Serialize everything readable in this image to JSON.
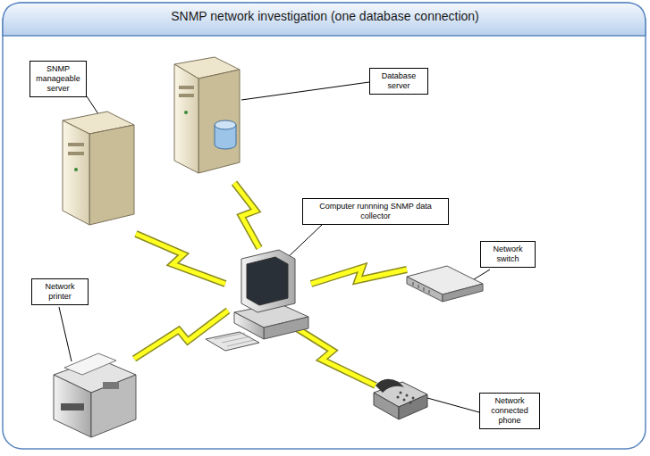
{
  "diagram": {
    "title": "SNMP network investigation (one database connection)",
    "nodes": [
      {
        "text": [
          "SNMP manageable server"
        ]
      },
      {
        "text": [
          "Database server"
        ]
      },
      {
        "text": [
          "Computer runnning SNMP data collector"
        ]
      },
      {
        "text": [
          "Network switch"
        ]
      },
      {
        "text": [
          "Network printer"
        ]
      },
      {
        "text": [
          "Network connected phone"
        ]
      }
    ]
  }
}
